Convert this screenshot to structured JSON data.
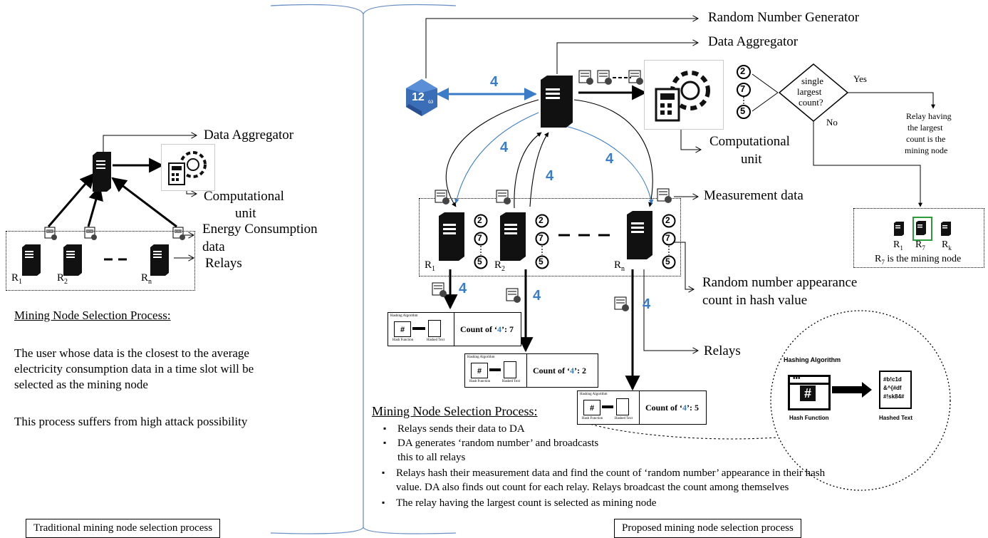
{
  "left": {
    "data_aggregator_label": "Data Aggregator",
    "computational_unit_label_1": "Computational",
    "computational_unit_label_2": "unit",
    "energy_label_1": "Energy Consumption",
    "energy_label_2": "data",
    "relays_label": "Relays",
    "relay_labels": [
      "R",
      "R",
      "R"
    ],
    "relay_subs": [
      "1",
      "2",
      "n"
    ],
    "title": "Mining Node Selection Process:",
    "paragraph_lines": [
      "The user whose data is the closest to the average",
      "electricity consumption data in a time slot will be",
      "selected as the mining node"
    ],
    "attack_note": "This process suffers from high attack possibility",
    "caption": "Traditional mining node selection process"
  },
  "right": {
    "rng_label": "Random Number Generator",
    "data_aggregator_label": "Data Aggregator",
    "computational_unit_label_1": "Computational",
    "computational_unit_label_2": "unit",
    "measurement_label": "Measurement data",
    "random_count_label_1": "Random number appearance",
    "random_count_label_2": "count in hash value",
    "relays_label": "Relays",
    "four": "4",
    "die_number": "12",
    "die_letter": "ω",
    "decision": {
      "q1": "single",
      "q2": "largest",
      "q3": "count?",
      "yes": "Yes",
      "no": "No"
    },
    "relay_result_lines": [
      "Relay having",
      "the largest",
      "count is the",
      "mining node"
    ],
    "mining_box": {
      "labels": [
        "R",
        "R",
        "R"
      ],
      "subs": [
        "1",
        "7",
        "k"
      ],
      "caption_prefix": "R",
      "caption_sub": "7",
      "caption_suffix": " is the mining node"
    },
    "circled_numbers": [
      "2",
      "7",
      "5"
    ],
    "relay_labels": [
      "R",
      "R",
      "R"
    ],
    "relay_subs": [
      "1",
      "2",
      "n"
    ],
    "hash_cards": [
      {
        "prefix": "Count of ‘",
        "digit": "4",
        "suffix": "’: 7"
      },
      {
        "prefix": "Count of ‘",
        "digit": "4",
        "suffix": "’: 2"
      },
      {
        "prefix": "Count of ‘",
        "digit": "4",
        "suffix": "’: 5"
      }
    ],
    "hash_mini": {
      "title": "Hashing Algorithm",
      "func": "Hash Function",
      "text": "Hashed Text"
    },
    "hash_zoom": {
      "title": "Hashing Algorithm",
      "func": "Hash Function",
      "text": "Hashed Text",
      "lines": [
        "#b!c1d",
        "&^{#df",
        "#!sk84#"
      ]
    },
    "title": "Mining Node Selection Process:",
    "bullets": [
      "Relays sends their data to DA",
      "DA generates ‘random number’ and broadcasts",
      "Relays hash their measurement data and find the count of ‘random number’ appearance in their hash",
      "The relay having the largest count is selected as mining node"
    ],
    "bullet2_cont": "this to all relays",
    "bullet3_cont": "value. DA also finds out count for each relay. Relays broadcast the count among themselves",
    "caption": "Proposed mining node selection process"
  },
  "colors": {
    "accent_blue": "#3b7cc9",
    "divider": "#6a8fc4",
    "zoom_box_border": "#2e9b3a"
  }
}
